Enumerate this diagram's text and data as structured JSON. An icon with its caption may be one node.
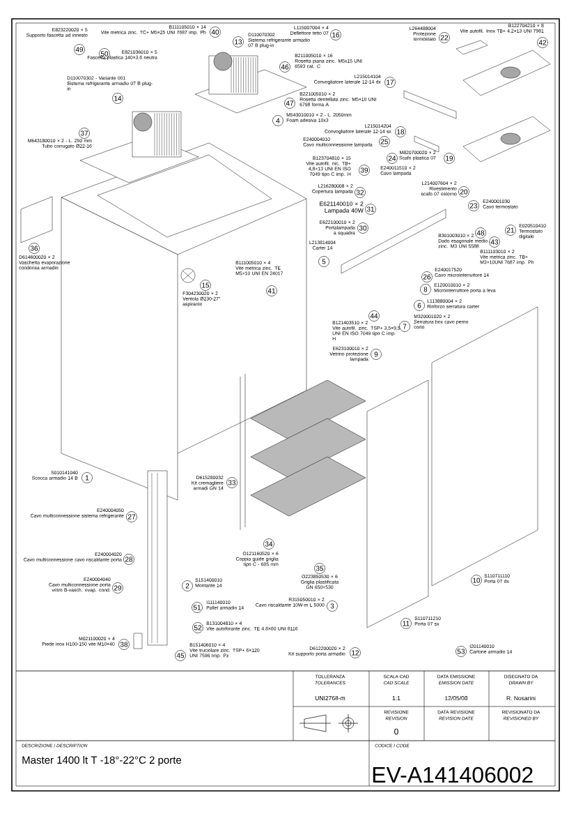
{
  "diagram": {
    "nodes": [
      {
        "text": [
          "1"
        ],
        "beside": [
          "S010141040",
          "Scocca armadio 14 B"
        ]
      },
      {
        "text": [
          "2"
        ],
        "beside": [
          "S151400010",
          "Montante 14"
        ]
      },
      {
        "text": [
          "3"
        ],
        "beside": [
          "R315050010 × 2",
          "Cavo riscaldante 10W-m L 5000"
        ]
      },
      {
        "text": [
          "4"
        ],
        "beside": [
          "M543010010 × 2 - L. 2050mm",
          "Foam adesiva 10x3"
        ]
      },
      {
        "text": [
          "5"
        ],
        "beside": [
          "L213814004",
          "Carter 14"
        ]
      },
      {
        "text": [
          "6"
        ],
        "beside": [
          "L113880004 × 2",
          "Rinforzo serratura carter"
        ]
      },
      {
        "text": [
          "7"
        ],
        "beside": [
          "M320001020 × 2",
          "Serratura box cavo perno corto"
        ]
      },
      {
        "text": [
          "8"
        ],
        "beside": [
          "E120010010 × 2",
          "Microinterruttore porta a leva"
        ]
      },
      {
        "text": [
          "9"
        ],
        "beside": [
          "E623100010 × 2",
          "Vetrino protezione lampada"
        ]
      },
      {
        "text": [
          "10"
        ],
        "beside": [
          "S110711110",
          "Porta 07 dx"
        ]
      },
      {
        "text": [
          "11"
        ],
        "beside": [
          "S110711210",
          "Porta 07 sx"
        ]
      },
      {
        "text": [
          "12"
        ],
        "beside": [
          "D612200020 × 2",
          "Kit supporto porta armadio"
        ]
      },
      {
        "text": [
          "13"
        ],
        "beside": [
          "D110070302",
          "Sistema refrigerante armadio 07 B plug-in"
        ]
      },
      {
        "text": [
          "14"
        ],
        "beside": [
          "D110070302 - Variante 001",
          "Sistema refrigerante armadio 07 B plug-in"
        ]
      },
      {
        "text": [
          "15"
        ],
        "beside": [
          "F304230020 × 2",
          "Ventola Ø230-27° aspirante"
        ]
      },
      {
        "text": [
          "16"
        ],
        "beside": [
          "L115007004 × 4",
          "Deflettore tetto 07"
        ]
      },
      {
        "text": [
          "17"
        ],
        "beside": [
          "L215014104",
          "Convogliatore laterale 12-14 dx"
        ]
      },
      {
        "text": [
          "18"
        ],
        "beside": [
          "L215014204",
          "Convogliatore laterale 12-14 sx"
        ]
      },
      {
        "text": [
          "19"
        ],
        "beside": [
          "M820700020 × 2",
          "Scafo plastica 07"
        ]
      },
      {
        "text": [
          "20"
        ],
        "beside": [
          "L214007604 × 2",
          "Rivestimento scafo 07 esterno"
        ]
      },
      {
        "text": [
          "21"
        ],
        "beside": [
          "E020510410",
          "Termostato digitale"
        ]
      },
      {
        "text": [
          "22"
        ],
        "beside": [
          "L264488004",
          "Protezione termostato"
        ]
      },
      {
        "text": [
          "23"
        ],
        "beside": [
          "E240001030",
          "Cavo termostato"
        ]
      },
      {
        "text": [
          "24"
        ],
        "beside": [
          "E240011510 × 2",
          "Cavo lampada"
        ]
      },
      {
        "text": [
          "25"
        ],
        "beside": [
          "E240004010",
          "Cavo multiconnessione lampada"
        ]
      },
      {
        "text": [
          "26"
        ],
        "beside": [
          "E240017520",
          "Cavo microinterruttore 14"
        ]
      },
      {
        "text": [
          "27"
        ],
        "beside": [
          "E240004050",
          "Cavo multiconnessione sistema refrigerante"
        ]
      },
      {
        "text": [
          "28"
        ],
        "beside": [
          "E240004020",
          "Cavo multiconnessione cavo riscaldante porta"
        ]
      },
      {
        "text": [
          "29"
        ],
        "beside": [
          "E240004040",
          "Cavo multiconnessione porta vetro B-vasch. evap. cond."
        ]
      },
      {
        "text": [
          "30"
        ],
        "beside": [
          "E622100010 × 2",
          "Portalampada a squadra"
        ]
      },
      {
        "text": [
          "31"
        ],
        "beside": [
          "E621140010 × 2",
          "Lampada 40W"
        ]
      },
      {
        "text": [
          "32"
        ],
        "beside": [
          "L216280008 × 2",
          "Copertura lampada"
        ]
      },
      {
        "text": [
          "33"
        ],
        "beside": [
          "D615280032",
          "Kit cremagliere armadi GN 14"
        ]
      },
      {
        "text": [
          "34"
        ],
        "beside": [
          "O121160520 × 6",
          "Coppia guide griglia tipo C - 605 mm"
        ]
      },
      {
        "text": [
          "35"
        ],
        "beside": [
          "O223850530 × 6",
          "Griglia plastificata GN 650×530"
        ]
      },
      {
        "text": [
          "36"
        ],
        "beside": [
          "D614600020 × 2",
          "Vaschetta evaporazione condensa armadio"
        ]
      },
      {
        "text": [
          "37"
        ],
        "beside": [
          "M643180010 × 2 - L. 250 mm",
          "Tubo corrugato Ø22-16"
        ]
      },
      {
        "text": [
          "38"
        ],
        "beside": [
          "M021100020 × 4",
          "Piede inox H100-150 vite M10×40"
        ]
      },
      {
        "text": [
          "39"
        ],
        "beside": [
          "B123704810 × 15",
          "Vite autofil. nic. TB+ 4,8×13 UNI EN ISO 7049 tipo C imp. H"
        ]
      },
      {
        "text": [
          "40"
        ],
        "beside": [
          "B111105010 × 14",
          "Vite metrica zinc. TC+ M5×25 UNI 7687 imp. Ph"
        ]
      },
      {
        "text": [
          "41"
        ],
        "beside": [
          "B111005010 × 4",
          "Vite metrica zinc. TE M5×10 UNI EN 24017"
        ]
      },
      {
        "text": [
          "42"
        ],
        "beside": [
          "B122704210 × 8",
          "Vite autofil. Inox TB+ 4.2×13 UNI 7981"
        ]
      },
      {
        "text": [
          "43"
        ],
        "beside": [
          "B111103010 × 2",
          "Vite metrica zinc. TB+ M3×10UNI 7687 imp. Ph"
        ]
      },
      {
        "text": [
          "44"
        ],
        "beside": [
          "B121403510 × 2",
          "Vite autofil. zinc. TSP+ 3,5×9,5 UNI EN ISO 7049 tipo C imp. H"
        ]
      },
      {
        "text": [
          "45"
        ],
        "beside": [
          "B151406010 × 4",
          "Vite truciolare zinc. TSP+ 6×120 UNI 7596 Imp. Pz"
        ]
      },
      {
        "text": [
          "46"
        ],
        "beside": [
          "B211005010 × 16",
          "Rosetta piana zinc. M5x15 UNI 6593 cat. C"
        ]
      },
      {
        "text": [
          "47"
        ],
        "beside": [
          "B221005010 × 2",
          "Rosetta dentellata zinc. M5×10 UNI 6798 forma A"
        ]
      },
      {
        "text": [
          "48"
        ],
        "beside": [
          "B301003010 × 2",
          "Dado esagonale medio zinc. M3 UNI 5588"
        ]
      },
      {
        "text": [
          "49"
        ],
        "beside": [
          "E823220020 × 5",
          "Supporto fascetta ad innesto"
        ]
      },
      {
        "text": [
          "50"
        ],
        "beside": [
          "E821036010 × 5",
          "Fascetta plastica 140×3.6 neutra"
        ]
      },
      {
        "text": [
          "51"
        ],
        "beside": [
          "I111140010",
          "Pallet armadio 14"
        ]
      },
      {
        "text": [
          "52"
        ],
        "beside": [
          "B131004810 × 4",
          "Vite autoforante zinc. TE 4.8×60 UNI 8116"
        ]
      },
      {
        "text": [
          "53"
        ],
        "beside": [
          "I201140010",
          "Cartone armadio 14"
        ]
      }
    ],
    "labels": [
      "TOLLERANZA",
      "TOLERANCES",
      "UNI2768-m",
      "SCALA CAD",
      "CAD SCALE",
      "1:1",
      "DATA EMISSIONE",
      "EMISSION DATE",
      "12/05/08",
      "DISEGNATO DA",
      "DRAWN BY",
      "R. Nosarini",
      "REVISIONE",
      "REVISION",
      "0",
      "DATA REVISIONE",
      "REVISION DATE",
      "REVISIONATO DA",
      "REVISIONED BY",
      "DESCRIZIONE / *DESCRIPTION*",
      "Master 1400 lt T -18°-22°C 2 porte",
      "CODICE / *CODE*",
      "EV-A141406002"
    ]
  }
}
